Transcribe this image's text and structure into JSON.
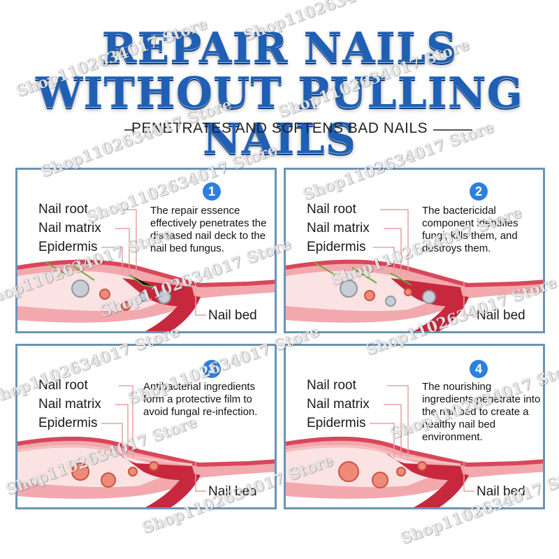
{
  "header": {
    "line1": "REPAIR NAILS",
    "line2": "WITHOUT PULLING NAILS",
    "subtitle": "PENETRATES AND SOFTENS BAD NAILS"
  },
  "labels": {
    "nail_root": "Nail root",
    "nail_matrix": "Nail matrix",
    "epidermis": "Epidermis",
    "nail_bed": "Nail bed"
  },
  "panels": [
    {
      "number": "1",
      "text": "The repair essence effectively penetrates the diseased nail deck to the nail bed fungus."
    },
    {
      "number": "2",
      "text": "The bactericidal component identifies fungi, kills them, and destroys them."
    },
    {
      "number": "3",
      "text": "Antibacterial ingredients form a protective film to avoid fungal re-infection."
    },
    {
      "number": "4",
      "text": "The nourishing ingredients penetrate into the nail bed to create a healthy nail bed environment."
    }
  ],
  "watermark": "Shop1102634017 Store",
  "colors": {
    "headline": "#1f5fb4",
    "badge": "#2d7fe0",
    "panel_border": "#6b93b8",
    "tissue": "#e8707a"
  }
}
